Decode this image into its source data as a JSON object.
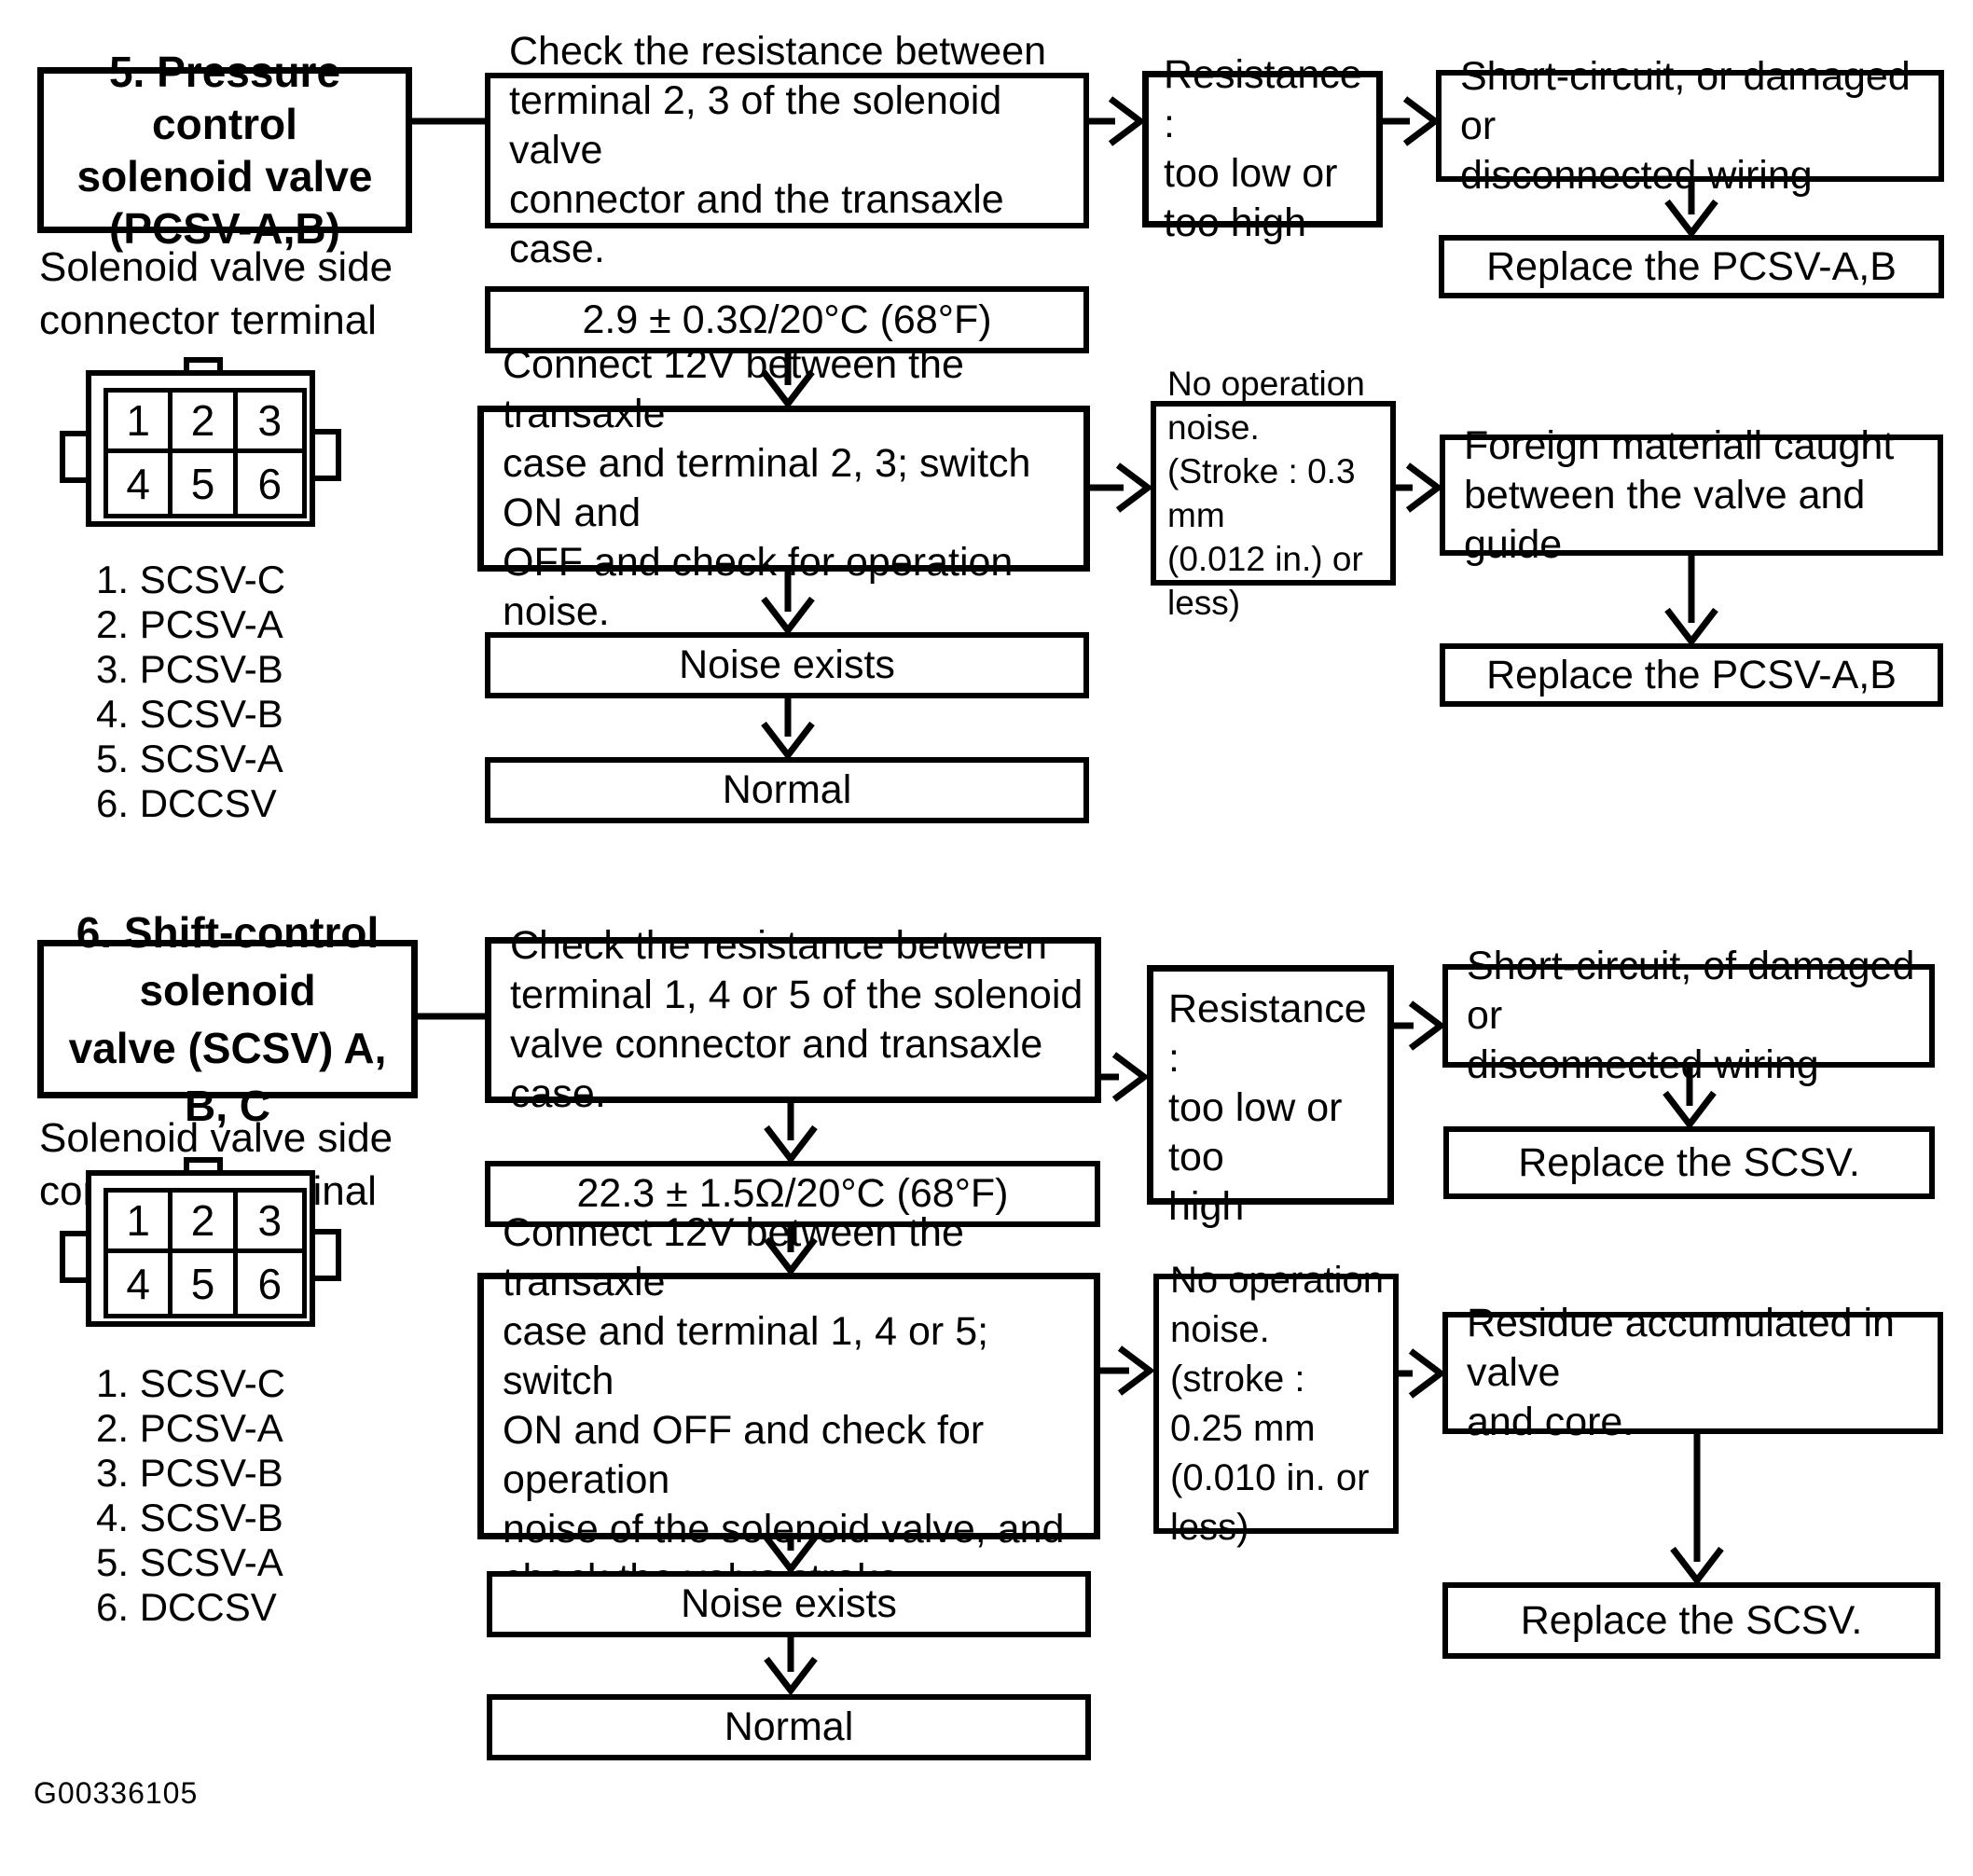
{
  "figure_code": "G00336105",
  "palette": {
    "ink": "#000000",
    "paper": "#ffffff"
  },
  "sections": [
    {
      "id": "5",
      "header_lines": [
        "5. Pressure control",
        "solenoid valve",
        "(PCSV-A,B)"
      ],
      "connector_caption": [
        "Solenoid valve side",
        "connector terminal"
      ],
      "connector_cells": [
        "1",
        "2",
        "3",
        "4",
        "5",
        "6"
      ],
      "pin_legend": [
        "1. SCSV-C",
        "2. PCSV-A",
        "3. PCSV-B",
        "4. SCSV-B",
        "5. SCSV-A",
        "6. DCCSV"
      ],
      "check_lines": [
        "Check the resistance between",
        "terminal 2, 3 of the solenoid valve",
        "connector and the transaxle case."
      ],
      "resistance_lines": [
        "Resistance :",
        "too low or",
        "too high"
      ],
      "short_circuit_lines": [
        "Short-circuit, or damaged or",
        "disconnected wiring"
      ],
      "replace_wiring_label": "Replace the PCSV-A,B",
      "spec_label": "2.9 ± 0.3Ω/20°C (68°F)",
      "connect_lines": [
        "Connect 12V between the transaxle",
        "case and terminal 2, 3; switch ON and",
        "OFF and check for operation noise."
      ],
      "no_operation_lines": [
        "No operation",
        "noise.",
        "(Stroke : 0.3 mm",
        "(0.012 in.) or less)"
      ],
      "mechanical_cause_lines": [
        "Foreign materiall caught",
        "between the valve and guide"
      ],
      "replace_valve_label": "Replace the PCSV-A,B",
      "noise_exists_label": "Noise exists",
      "normal_label": "Normal"
    },
    {
      "id": "6",
      "header_lines": [
        "6. Shift-control solenoid",
        "valve (SCSV) A, B, C"
      ],
      "connector_caption": [
        "Solenoid valve side",
        "connector terminal"
      ],
      "connector_cells": [
        "1",
        "2",
        "3",
        "4",
        "5",
        "6"
      ],
      "pin_legend": [
        "1. SCSV-C",
        "2. PCSV-A",
        "3. PCSV-B",
        "4. SCSV-B",
        "5. SCSV-A",
        "6. DCCSV"
      ],
      "check_lines": [
        "Check the resistance between",
        "terminal 1, 4 or 5 of the solenoid",
        "valve connector and transaxle case."
      ],
      "resistance_lines": [
        "Resistance :",
        "too low or too",
        "high"
      ],
      "short_circuit_lines": [
        "Short-circuit, of damaged or",
        "disconnected wiring"
      ],
      "replace_wiring_label": "Replace the SCSV.",
      "spec_label": "22.3 ± 1.5Ω/20°C (68°F)",
      "connect_lines": [
        "Connect 12V between the transaxle",
        "case and terminal 1, 4 or 5; switch",
        "ON and OFF and check for operation",
        "noise of the solenoid valve, and",
        "check the valve stroke."
      ],
      "no_operation_lines": [
        "No operation",
        "noise. (stroke :",
        "0.25 mm",
        "(0.010 in. or",
        "less)"
      ],
      "mechanical_cause_lines": [
        "Residue accumulated in valve",
        "and core."
      ],
      "replace_valve_label": "Replace the SCSV.",
      "noise_exists_label": "Noise exists",
      "normal_label": "Normal"
    }
  ]
}
